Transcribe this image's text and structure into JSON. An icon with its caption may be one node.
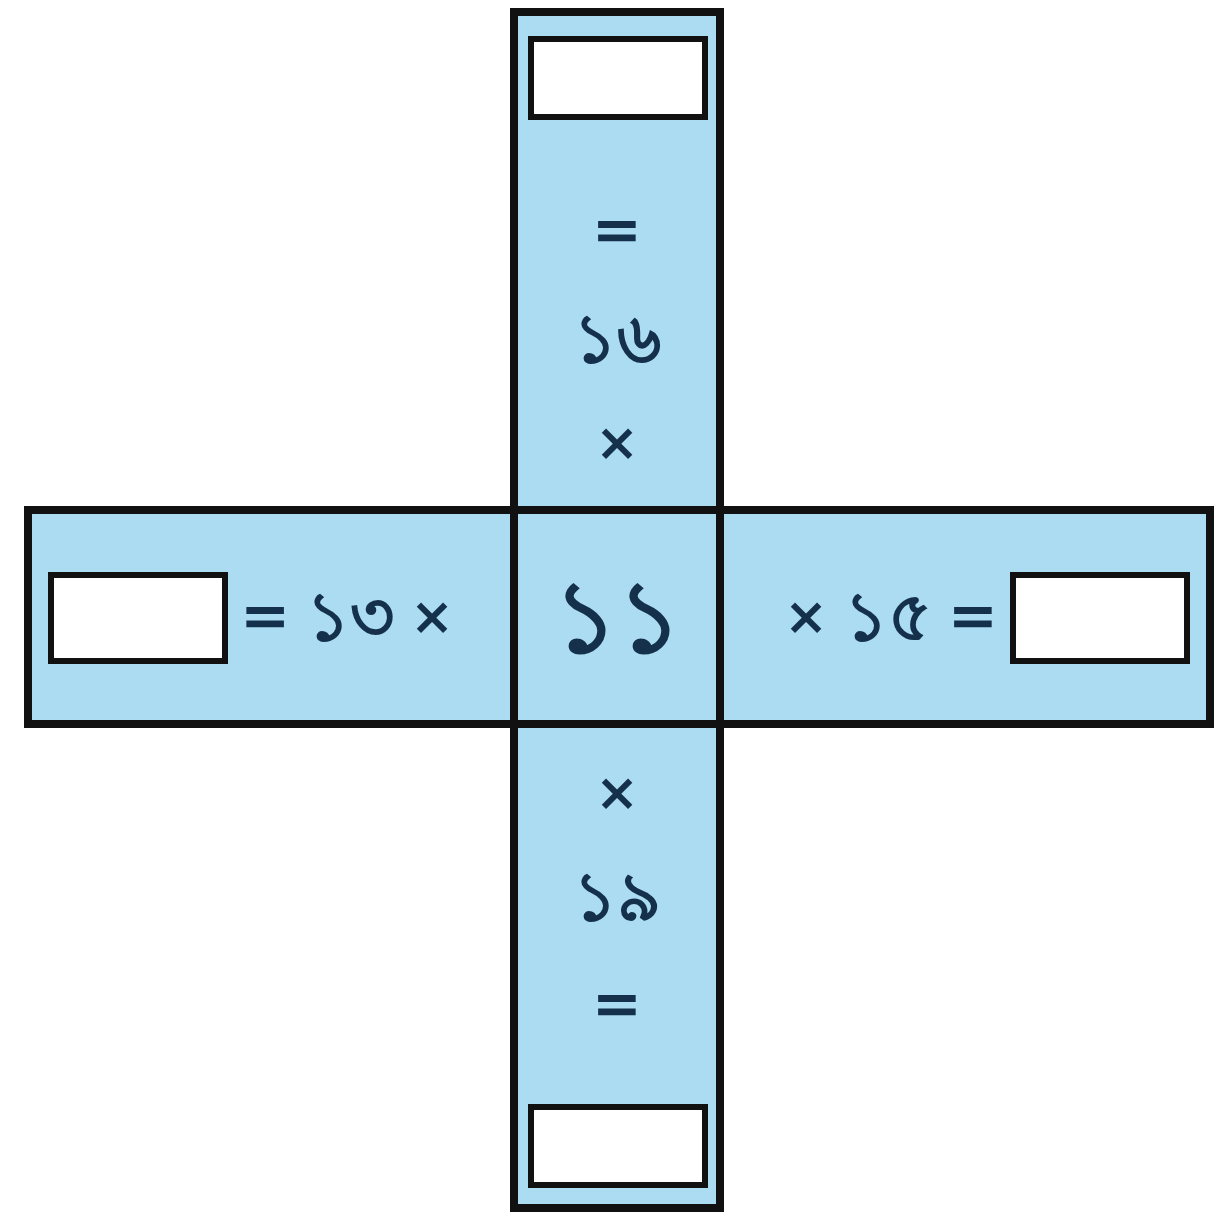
{
  "diagram": {
    "nodes": [
      {
        "text": [
          "=",
          "১৬",
          "×"
        ]
      },
      {
        "text": [],
        "shape": "box",
        "in": 0
      },
      {
        "text": [
          "=",
          "১৩",
          "×"
        ]
      },
      {
        "text": [],
        "shape": "box",
        "in": 2
      },
      {
        "text": [
          "১১"
        ]
      },
      {
        "text": [
          "×",
          "১৫",
          "="
        ]
      },
      {
        "text": [],
        "shape": "box",
        "in": 5
      },
      {
        "text": [
          "×",
          "১৯",
          "="
        ]
      },
      {
        "text": [],
        "shape": "box",
        "in": 7
      }
    ]
  }
}
